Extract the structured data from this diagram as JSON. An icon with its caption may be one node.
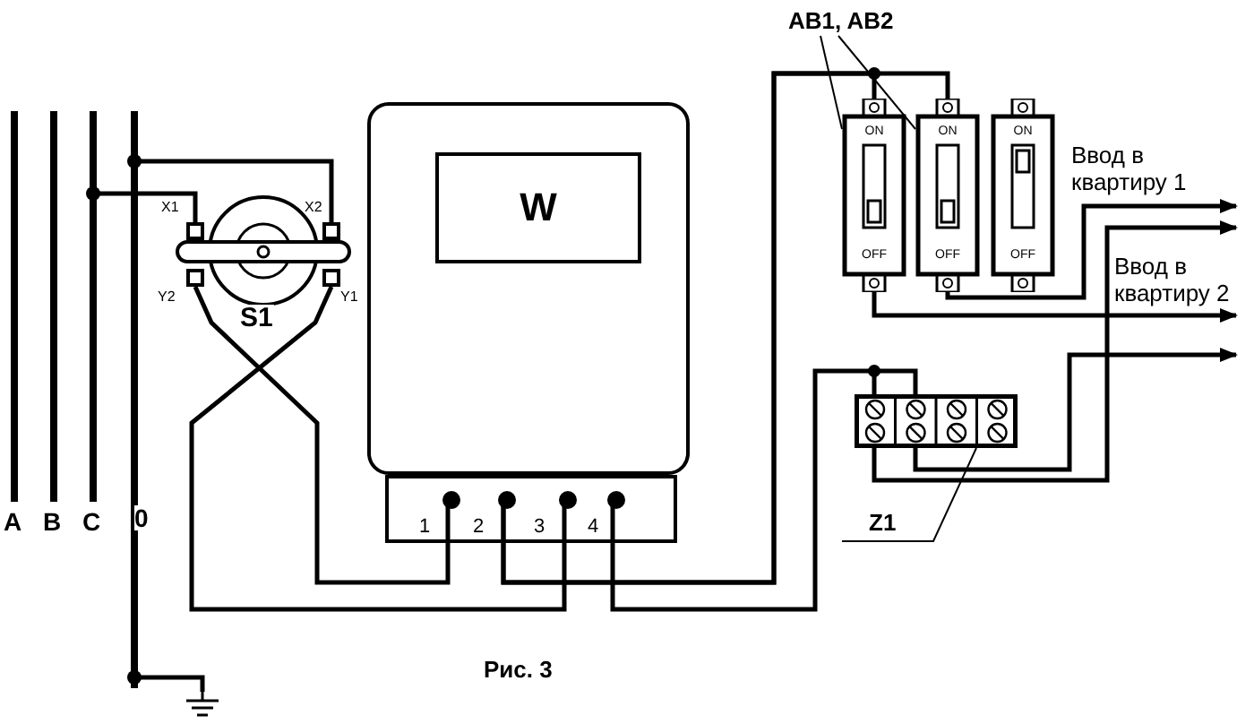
{
  "diagram": {
    "caption": "Рис. 3",
    "nodes": [
      {
        "text": [
          "A"
        ]
      },
      {
        "text": [
          "B"
        ]
      },
      {
        "text": [
          "C"
        ]
      },
      {
        "text": [
          "0"
        ]
      },
      {
        "text": [
          "S1"
        ]
      },
      {
        "text": [
          "X1"
        ]
      },
      {
        "text": [
          "X2"
        ]
      },
      {
        "text": [
          "Y2"
        ]
      },
      {
        "text": [
          "Y1"
        ]
      },
      {
        "text": [],
        "shape": "box"
      },
      {
        "text": [
          "W"
        ],
        "in": 9
      },
      {
        "text": [],
        "shape": "box"
      },
      {
        "text": [
          "1"
        ],
        "in": 11
      },
      {
        "text": [
          "2"
        ],
        "in": 11
      },
      {
        "text": [
          "3"
        ],
        "in": 11
      },
      {
        "text": [
          "4"
        ],
        "in": 11
      },
      {
        "text": [
          "AB1, AB2"
        ]
      },
      {
        "text": [
          "ON",
          "OFF"
        ]
      },
      {
        "text": [
          "ON",
          "OFF"
        ]
      },
      {
        "text": [
          "ON",
          "OFF"
        ]
      },
      {
        "text": [
          "Z1"
        ]
      },
      {
        "text": [],
        "shape": "box"
      },
      {
        "text": [],
        "shape": "ground"
      },
      {
        "text": [
          "Ввод в квартиру 1"
        ]
      },
      {
        "text": [
          "Ввод в квартиру 2"
        ]
      }
    ],
    "edges": [
      {
        "from": 2,
        "to": 5,
        "arrow": "none"
      },
      {
        "from": 3,
        "to": 6,
        "arrow": "none"
      },
      {
        "from": 7,
        "to": 12,
        "arrow": "none"
      },
      {
        "from": 8,
        "to": 14,
        "arrow": "none"
      },
      {
        "from": 13,
        "to": 17,
        "arrow": "none"
      },
      {
        "from": 13,
        "to": 18,
        "arrow": "none"
      },
      {
        "from": 15,
        "to": 21,
        "arrow": "none"
      },
      {
        "from": 3,
        "to": 22,
        "arrow": "none"
      },
      {
        "from": 16,
        "to": 17,
        "arrow": "none"
      },
      {
        "from": 16,
        "to": 18,
        "arrow": "none"
      },
      {
        "from": 20,
        "to": 21,
        "arrow": "none"
      },
      {
        "from": 18,
        "to": 23,
        "arrow": "to"
      },
      {
        "from": 21,
        "to": 23,
        "arrow": "to"
      },
      {
        "from": 17,
        "to": 24,
        "arrow": "to"
      },
      {
        "from": 21,
        "to": 24,
        "arrow": "to"
      }
    ]
  }
}
